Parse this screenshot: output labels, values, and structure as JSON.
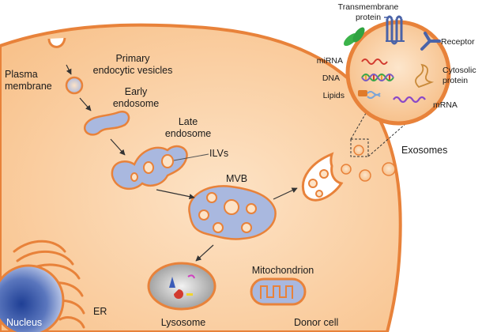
{
  "labels": {
    "plasma_membrane_1": "Plasma",
    "plasma_membrane_2": "membrane",
    "primary_vesicles_1": "Primary",
    "primary_vesicles_2": "endocytic vesicles",
    "early_endosome_1": "Early",
    "early_endosome_2": "endosome",
    "late_endosome_1": "Late",
    "late_endosome_2": "endosome",
    "ilvs": "ILVs",
    "mvb": "MVB",
    "exosomes": "Exosomes",
    "lysosome": "Lysosome",
    "mitochondrion": "Mitochondrion",
    "er": "ER",
    "nucleus": "Nucleus",
    "donor_cell": "Donor cell"
  },
  "exosome_detail": {
    "transmembrane_1": "Transmembrane",
    "transmembrane_2": "protein",
    "receptor": "Receptor",
    "mirna": "miRNA",
    "dna": "DNA",
    "lipids": "Lipids",
    "cytosolic_1": "Cytosolic",
    "cytosolic_2": "protein",
    "mrna": "mRNA"
  },
  "colors": {
    "membrane": "#e8823a",
    "cell_fill": "#fbd2a6",
    "vesicle_blue": "#9fb4e0",
    "nucleus": "#2c4fa0",
    "arrow": "#333333"
  }
}
